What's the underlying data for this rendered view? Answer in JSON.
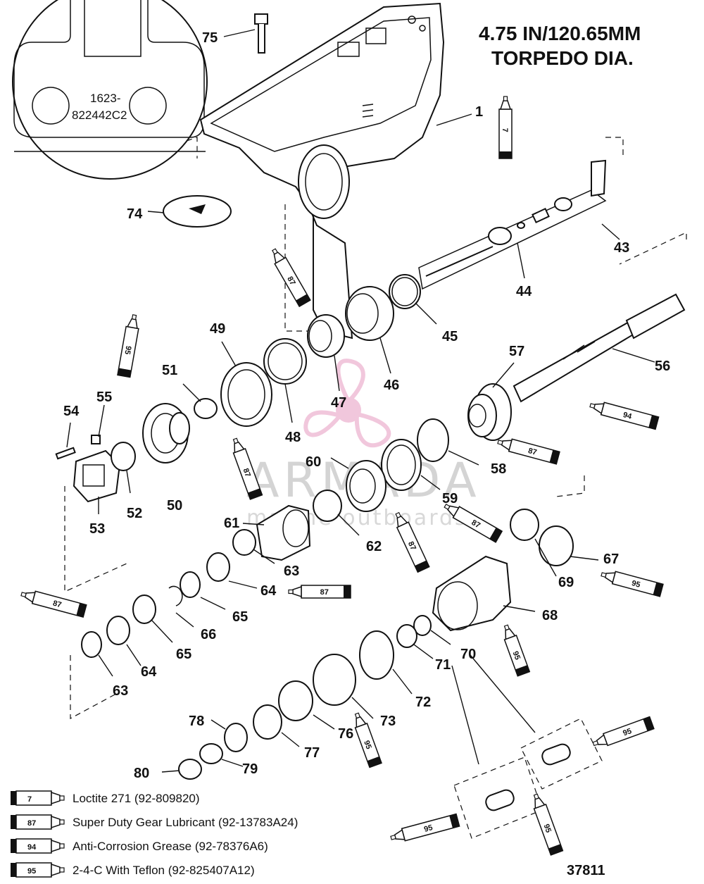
{
  "title": {
    "line1": "4.75 IN/120.65MM",
    "line2": "TORPEDO DIA."
  },
  "detail_callout": {
    "line1": "1623-",
    "line2": "822442C2"
  },
  "drawing_number": "37811",
  "watermark": {
    "brand": "ARMADA",
    "tagline": "marine outboards"
  },
  "legend": [
    {
      "code": "7",
      "text": "Loctite 271 (92-809820)"
    },
    {
      "code": "87",
      "text": "Super Duty Gear Lubricant (92-13783A24)"
    },
    {
      "code": "94",
      "text": "Anti-Corrosion Grease (92-78376A6)"
    },
    {
      "code": "95",
      "text": "2-4-C  With Teflon (92-825407A12)"
    }
  ],
  "part_labels": [
    {
      "id": "l75",
      "text": "75"
    },
    {
      "id": "l1",
      "text": "1"
    },
    {
      "id": "l74",
      "text": "74"
    },
    {
      "id": "l43",
      "text": "43"
    },
    {
      "id": "l44",
      "text": "44"
    },
    {
      "id": "l45",
      "text": "45"
    },
    {
      "id": "l46",
      "text": "46"
    },
    {
      "id": "l47",
      "text": "47"
    },
    {
      "id": "l48",
      "text": "48"
    },
    {
      "id": "l49",
      "text": "49"
    },
    {
      "id": "l50",
      "text": "50"
    },
    {
      "id": "l51",
      "text": "51"
    },
    {
      "id": "l52",
      "text": "52"
    },
    {
      "id": "l53",
      "text": "53"
    },
    {
      "id": "l54",
      "text": "54"
    },
    {
      "id": "l55",
      "text": "55"
    },
    {
      "id": "l56",
      "text": "56"
    },
    {
      "id": "l57",
      "text": "57"
    },
    {
      "id": "l58",
      "text": "58"
    },
    {
      "id": "l59",
      "text": "59"
    },
    {
      "id": "l60",
      "text": "60"
    },
    {
      "id": "l61",
      "text": "61"
    },
    {
      "id": "l62",
      "text": "62"
    },
    {
      "id": "l63a",
      "text": "63"
    },
    {
      "id": "l64a",
      "text": "64"
    },
    {
      "id": "l65a",
      "text": "65"
    },
    {
      "id": "l66",
      "text": "66"
    },
    {
      "id": "l65b",
      "text": "65"
    },
    {
      "id": "l64b",
      "text": "64"
    },
    {
      "id": "l63b",
      "text": "63"
    },
    {
      "id": "l67",
      "text": "67"
    },
    {
      "id": "l68",
      "text": "68"
    },
    {
      "id": "l69",
      "text": "69"
    },
    {
      "id": "l70",
      "text": "70"
    },
    {
      "id": "l71",
      "text": "71"
    },
    {
      "id": "l72",
      "text": "72"
    },
    {
      "id": "l73",
      "text": "73"
    },
    {
      "id": "l76",
      "text": "76"
    },
    {
      "id": "l77",
      "text": "77"
    },
    {
      "id": "l78",
      "text": "78"
    },
    {
      "id": "l79",
      "text": "79"
    },
    {
      "id": "l80",
      "text": "80"
    }
  ],
  "tube_labels": [
    {
      "id": "t7",
      "text": "7"
    },
    {
      "id": "t87a",
      "text": "87"
    },
    {
      "id": "t95a",
      "text": "95"
    },
    {
      "id": "t87b",
      "text": "87"
    },
    {
      "id": "t94",
      "text": "94"
    },
    {
      "id": "t87c",
      "text": "87"
    },
    {
      "id": "t87d",
      "text": "87"
    },
    {
      "id": "t87e",
      "text": "87"
    },
    {
      "id": "t87f",
      "text": "87"
    },
    {
      "id": "t87g",
      "text": "87"
    },
    {
      "id": "t95b",
      "text": "95"
    },
    {
      "id": "t95c",
      "text": "95"
    },
    {
      "id": "t95d",
      "text": "95"
    },
    {
      "id": "t95e",
      "text": "95"
    },
    {
      "id": "t95f",
      "text": "95"
    },
    {
      "id": "t95g",
      "text": "95"
    }
  ]
}
